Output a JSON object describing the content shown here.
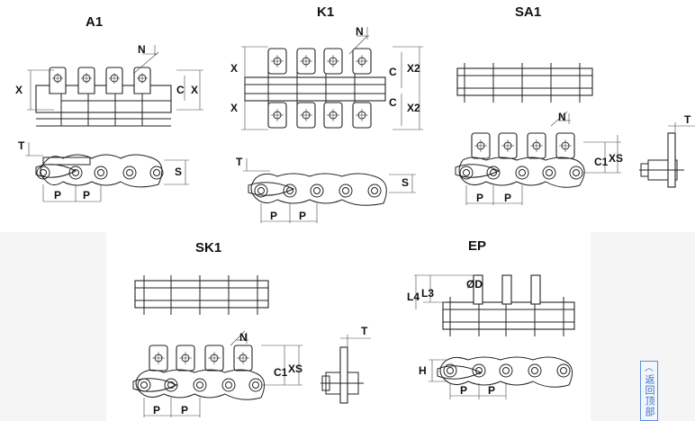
{
  "diagrams": {
    "a1": {
      "title": "A1",
      "labels": [
        "N",
        "X",
        "C",
        "X",
        "T",
        "S",
        "P",
        "P"
      ]
    },
    "k1": {
      "title": "K1",
      "labels": [
        "N",
        "X",
        "X",
        "C",
        "X2",
        "C",
        "X2",
        "T",
        "S",
        "P",
        "P"
      ]
    },
    "sa1": {
      "title": "SA1",
      "labels": [
        "N",
        "C1",
        "XS",
        "T",
        "P",
        "P"
      ]
    },
    "sk1": {
      "title": "SK1",
      "labels": [
        "N",
        "C1",
        "XS",
        "T",
        "P",
        "P"
      ]
    },
    "ep": {
      "title": "EP",
      "labels": [
        "ØD",
        "L4",
        "L3",
        "H",
        "P",
        "P"
      ]
    }
  },
  "side_tab": {
    "label": "返回顶部",
    "icon": "chevron-up-icon"
  }
}
